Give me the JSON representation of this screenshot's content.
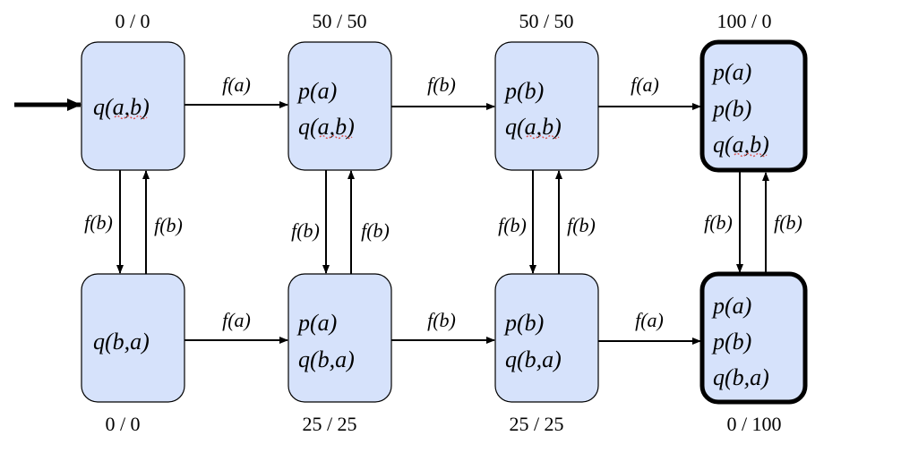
{
  "diagram": {
    "states": [
      {
        "id": "s1",
        "terms": [
          "q(a,b)"
        ],
        "score": "0 / 0",
        "final": false,
        "initial": true
      },
      {
        "id": "s2",
        "terms": [
          "p(a)",
          "q(a,b)"
        ],
        "score": "50 / 50",
        "final": false
      },
      {
        "id": "s3",
        "terms": [
          "p(b)",
          "q(a,b)"
        ],
        "score": "50 / 50",
        "final": false
      },
      {
        "id": "s4",
        "terms": [
          "p(a)",
          "p(b)",
          "q(a,b)"
        ],
        "score": "100 / 0",
        "final": true
      },
      {
        "id": "s5",
        "terms": [
          "q(b,a)"
        ],
        "score": "0 / 0",
        "final": false
      },
      {
        "id": "s6",
        "terms": [
          "p(a)",
          "q(b,a)"
        ],
        "score": "25 / 25",
        "final": false
      },
      {
        "id": "s7",
        "terms": [
          "p(b)",
          "q(b,a)"
        ],
        "score": "25 / 25",
        "final": false
      },
      {
        "id": "s8",
        "terms": [
          "p(a)",
          "p(b)",
          "q(b,a)"
        ],
        "score": "0 / 100",
        "final": true
      }
    ],
    "transitions": [
      {
        "from": "s1",
        "to": "s2",
        "label": "f(a)"
      },
      {
        "from": "s2",
        "to": "s3",
        "label": "f(b)"
      },
      {
        "from": "s3",
        "to": "s4",
        "label": "f(a)"
      },
      {
        "from": "s5",
        "to": "s6",
        "label": "f(a)"
      },
      {
        "from": "s6",
        "to": "s7",
        "label": "f(b)"
      },
      {
        "from": "s7",
        "to": "s8",
        "label": "f(a)"
      },
      {
        "from": "s1",
        "to": "s5",
        "label": "f(b)"
      },
      {
        "from": "s5",
        "to": "s1",
        "label": "f(b)"
      },
      {
        "from": "s2",
        "to": "s6",
        "label": "f(b)"
      },
      {
        "from": "s6",
        "to": "s2",
        "label": "f(b)"
      },
      {
        "from": "s3",
        "to": "s7",
        "label": "f(b)"
      },
      {
        "from": "s7",
        "to": "s3",
        "label": "f(b)"
      },
      {
        "from": "s4",
        "to": "s8",
        "label": "f(b)"
      },
      {
        "from": "s8",
        "to": "s4",
        "label": "f(b)"
      }
    ]
  }
}
